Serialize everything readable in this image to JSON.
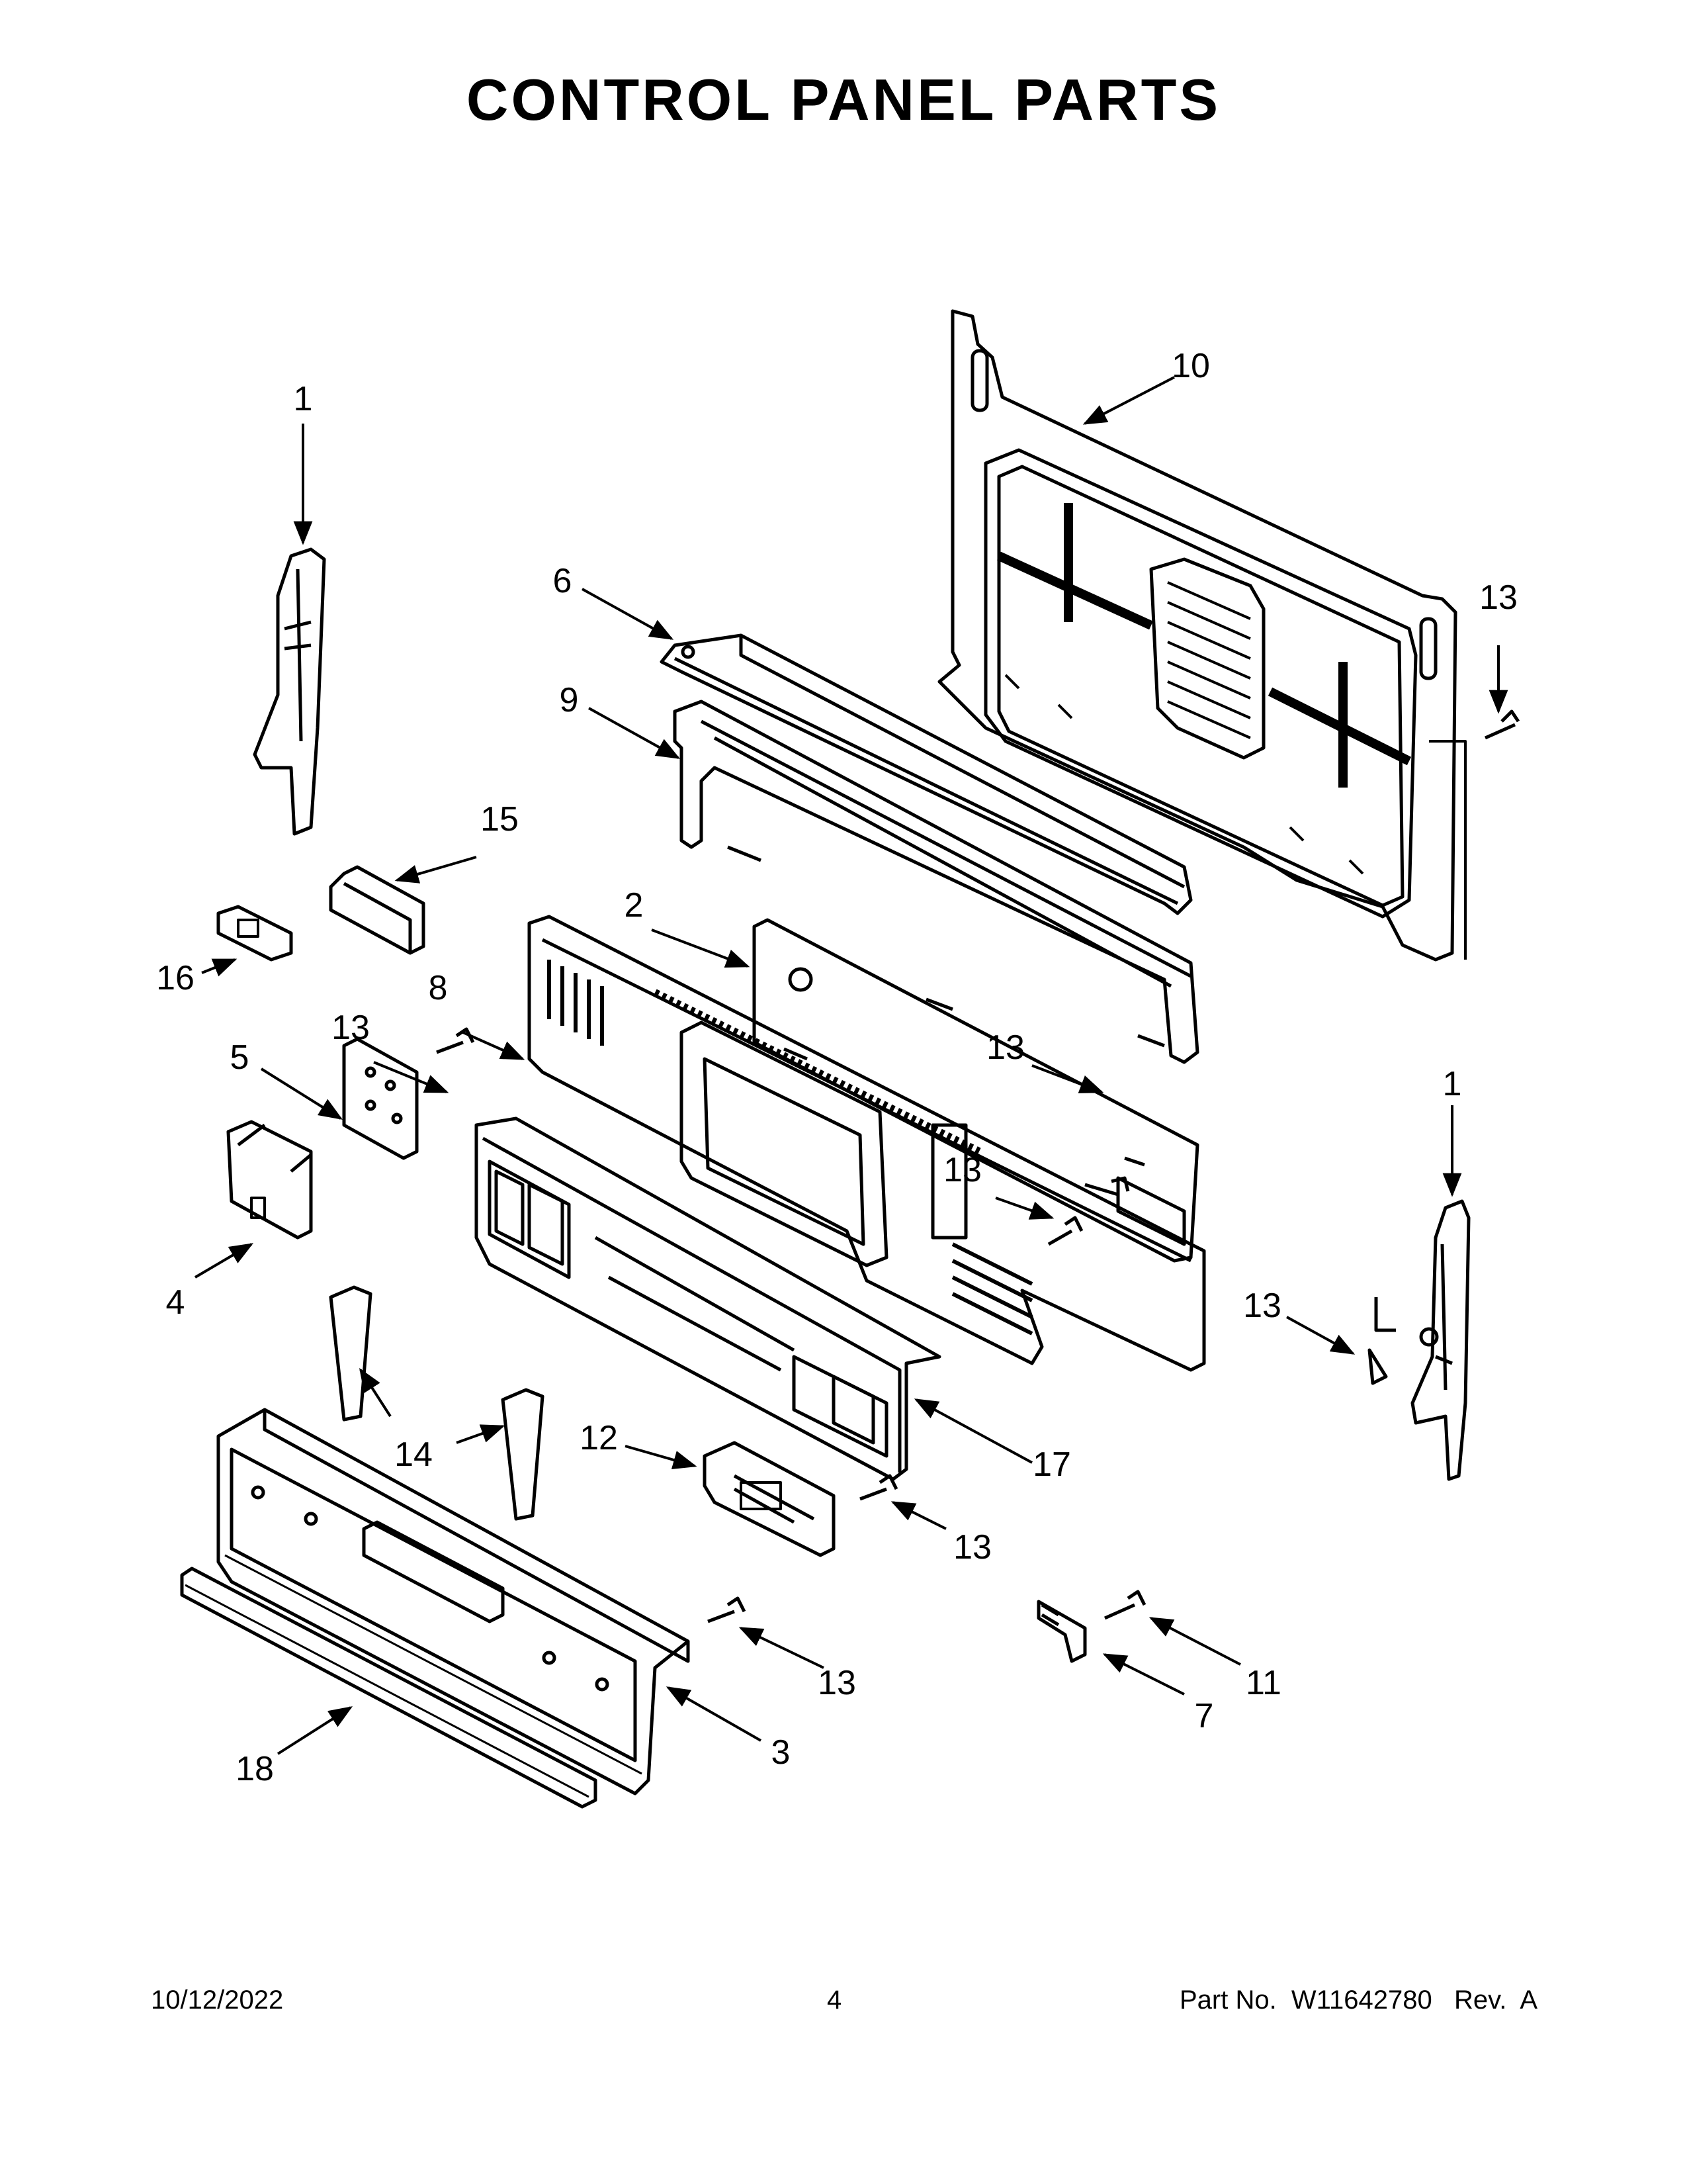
{
  "title": "CONTROL PANEL PARTS",
  "callouts": {
    "c1a": "1",
    "c1b": "1",
    "c2": "2",
    "c3": "3",
    "c4": "4",
    "c5": "5",
    "c6": "6",
    "c7": "7",
    "c8": "8",
    "c9": "9",
    "c10": "10",
    "c11": "11",
    "c12": "12",
    "c13a": "13",
    "c13b": "13",
    "c13c": "13",
    "c13d": "13",
    "c13e": "13",
    "c13f": "13",
    "c13g": "13",
    "c14": "14",
    "c15": "15",
    "c16": "16",
    "c17": "17",
    "c18": "18"
  },
  "footer": {
    "date": "10/12/2022",
    "page": "4",
    "part": "Part No.  W11642780   Rev.  A"
  }
}
